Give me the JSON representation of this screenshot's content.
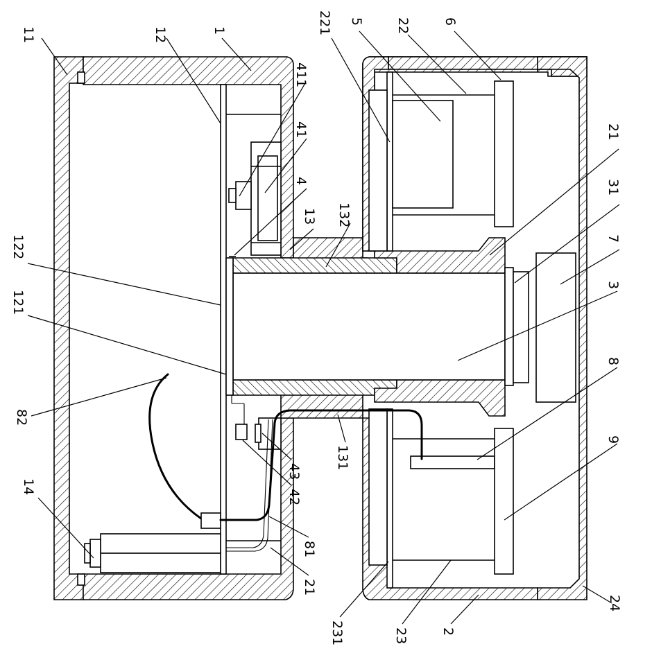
{
  "diagram": {
    "labels": {
      "l11": "11",
      "l12": "12",
      "l1": "1",
      "l411": "411",
      "l41": "41",
      "l4": "4",
      "l13": "13",
      "l132": "132",
      "l221": "221",
      "l5": "5",
      "l22": "22",
      "l6": "6",
      "l21a": "21",
      "l31": "31",
      "l7": "7",
      "l3": "3",
      "l8": "8",
      "l9": "9",
      "l122": "122",
      "l121": "121",
      "l82": "82",
      "l14": "14",
      "l42": "42",
      "l43": "43",
      "l131": "131",
      "l81": "81",
      "l21b": "21",
      "l231": "231",
      "l23": "23",
      "l2": "2",
      "l24": "24"
    }
  }
}
